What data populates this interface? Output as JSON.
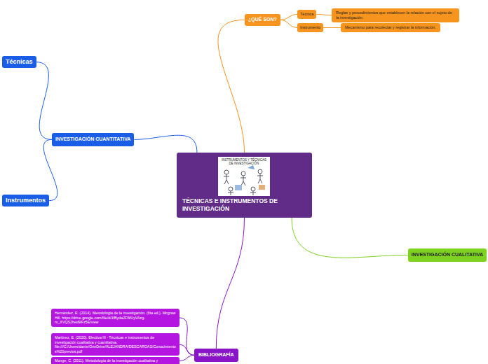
{
  "diagram": {
    "nodes": [
      {
        "text": [
          "TÉCNICAS E INSTRUMENTOS DE INVESTIGACIÓN"
        ]
      },
      {
        "text": [
          "¿QUÉ SON?"
        ]
      },
      {
        "text": [
          "Técnica"
        ]
      },
      {
        "text": [
          "Reglas y procedimientos que establecen la relación con el sujeto de la investigación."
        ]
      },
      {
        "text": [
          "Instrumento"
        ]
      },
      {
        "text": [
          "Mecanismo para recolectar y registrar la información."
        ]
      },
      {
        "text": [
          "INVESTIGACIÓN CUANTITATIVA"
        ]
      },
      {
        "text": [
          "Técnicas"
        ]
      },
      {
        "text": [
          "Instrumentos"
        ]
      },
      {
        "text": [
          "INVESTIGACIÓN CUALITATIVA"
        ]
      },
      {
        "text": [
          "BIBLIOGRAFÍA"
        ]
      },
      {
        "text": [
          "Hernández, R. (2014). Metodología de la investigación. (6ta ed.). Mcgraw Hill. https://drive.google.com/file/d/1fByda2FWUyVAzg-rv_XVQS2hed9lFz5E/view"
        ]
      },
      {
        "text": [
          "Martínez, E. (2020). Electiva III - Técnicas e instrumentos de investigación cualitativa y cuantitativa. file:///C:/Users/danie/OneDrive/ALEJANDRA/DESCARGAS/Conocimientos%20previos.pdf"
        ]
      },
      {
        "text": [
          "Monge, C. (2011). Metodología de la investigación cualitativa y"
        ]
      }
    ],
    "edges": [
      {
        "from": 0,
        "to": 1,
        "arrow": "none"
      },
      {
        "from": 1,
        "to": 2,
        "arrow": "none"
      },
      {
        "from": 2,
        "to": 3,
        "arrow": "none"
      },
      {
        "from": 1,
        "to": 4,
        "arrow": "none"
      },
      {
        "from": 4,
        "to": 5,
        "arrow": "none"
      },
      {
        "from": 0,
        "to": 6,
        "arrow": "none"
      },
      {
        "from": 6,
        "to": 7,
        "arrow": "none"
      },
      {
        "from": 6,
        "to": 8,
        "arrow": "none"
      },
      {
        "from": 0,
        "to": 9,
        "arrow": "none"
      },
      {
        "from": 0,
        "to": 10,
        "arrow": "none"
      },
      {
        "from": 10,
        "to": 11,
        "arrow": "none"
      },
      {
        "from": 10,
        "to": 12,
        "arrow": "none"
      },
      {
        "from": 10,
        "to": 13,
        "arrow": "none"
      }
    ],
    "labels": [
      "INSTRUMENTOS Y TÉCNICAS DE INVESTIGACIÓN"
    ]
  }
}
